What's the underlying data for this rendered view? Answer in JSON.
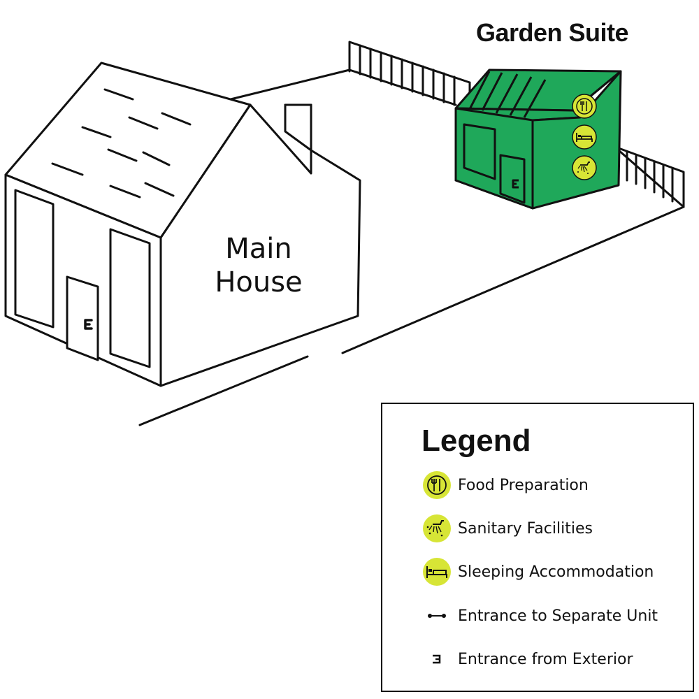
{
  "labels": {
    "main_house": "Main\nHouse",
    "garden_suite": "Garden Suite"
  },
  "legend": {
    "title": "Legend",
    "items": [
      {
        "icon": "food-preparation-icon",
        "label": "Food Preparation"
      },
      {
        "icon": "sanitary-facilities-icon",
        "label": "Sanitary Facilities"
      },
      {
        "icon": "sleeping-accommodation-icon",
        "label": "Sleeping Accommodation"
      },
      {
        "icon": "entrance-separate-unit-icon",
        "label": "Entrance to Separate Unit"
      },
      {
        "icon": "entrance-exterior-icon",
        "label": "Entrance from Exterior"
      }
    ]
  },
  "colors": {
    "suite_green": "#1fa85a",
    "icon_yellow": "#d7e536",
    "line": "#111111"
  }
}
